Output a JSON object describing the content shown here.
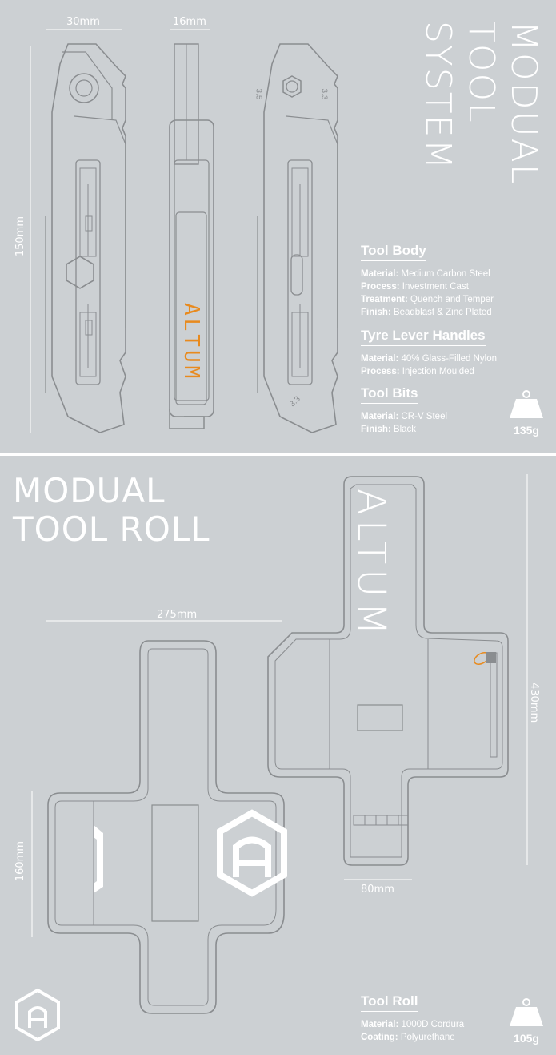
{
  "colors": {
    "background": "#ccd0d3",
    "line": "#8a8d90",
    "accent": "#e88a1e",
    "white": "#ffffff"
  },
  "tool_system": {
    "title_lines": [
      "MODUAL",
      "TOOL",
      "SYSTEM"
    ],
    "dims": {
      "width": "30mm",
      "thickness": "16mm",
      "length": "150mm"
    },
    "bit_labels": {
      "top_left": "3.5",
      "top_right": "3.3",
      "bottom": "3.3"
    },
    "brand": "ALTUM",
    "specs": [
      {
        "heading": "Tool Body",
        "lines": [
          {
            "label": "Material:",
            "value": "Medium Carbon Steel"
          },
          {
            "label": "Process:",
            "value": "Investment Cast"
          },
          {
            "label": "Treatment:",
            "value": "Quench and Temper"
          },
          {
            "label": "Finish:",
            "value": "Beadblast & Zinc Plated"
          }
        ]
      },
      {
        "heading": "Tyre Lever Handles",
        "lines": [
          {
            "label": "Material:",
            "value": "40% Glass-Filled Nylon"
          },
          {
            "label": "Process:",
            "value": "Injection Moulded"
          }
        ]
      },
      {
        "heading": "Tool Bits",
        "lines": [
          {
            "label": "Material:",
            "value": "CR-V Steel"
          },
          {
            "label": "Finish:",
            "value": "Black"
          }
        ]
      }
    ],
    "weight": "135g",
    "weight_icon": "weight-icon"
  },
  "tool_roll": {
    "title_lines": [
      "MODUAL",
      "TOOL ROLL"
    ],
    "dims": {
      "width": "275mm",
      "height": "160mm",
      "length": "430mm",
      "tab_width": "80mm"
    },
    "brand": "ALTUM",
    "specs": [
      {
        "heading": "Tool Roll",
        "lines": [
          {
            "label": "Material:",
            "value": "1000D Cordura"
          },
          {
            "label": "Coating:",
            "value": "Polyurethane"
          }
        ]
      }
    ],
    "weight": "105g",
    "weight_icon": "weight-icon",
    "logo_icon": "altum-hex-logo-icon"
  }
}
